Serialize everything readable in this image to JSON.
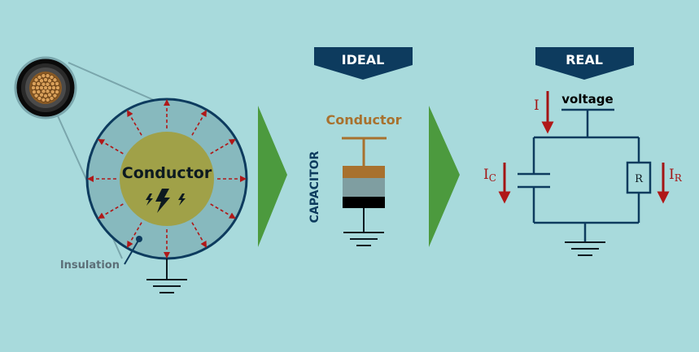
{
  "colors": {
    "background": "#a8dadc",
    "navy": "#0d3b5e",
    "green": "#4c9a3e",
    "red": "#a31414",
    "olive": "#a0a148",
    "copper": "#a8712e",
    "insulation": "#87b9be",
    "teal_gray": "#7f9ea1",
    "black": "#000000",
    "gray_label": "#5c6f78"
  },
  "cable": {
    "conductor_label": "Conductor",
    "insulation_label": "Insulation",
    "bolt_icon": "lightning-bolt-icon"
  },
  "ideal": {
    "banner": "IDEAL",
    "conductor_label": "Conductor",
    "capacitor_label": "CAPACITOR"
  },
  "real": {
    "banner": "REAL",
    "voltage_label": "voltage",
    "current_total": "I",
    "current_c_main": "I",
    "current_c_sub": "C",
    "current_r_main": "I",
    "current_r_sub": "R",
    "resistor_label": "R"
  }
}
